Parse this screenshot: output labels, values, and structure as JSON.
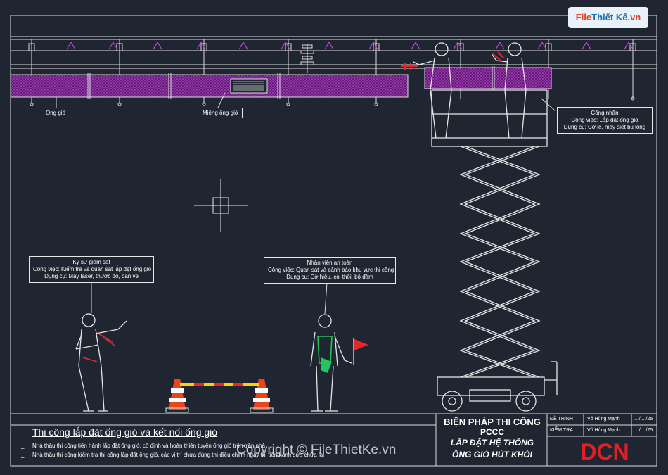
{
  "watermark_top": {
    "part1": "File",
    "part2": "Thiết Kế",
    "part3": ".vn"
  },
  "watermark_bottom": "Copyright © FileThietKe.vn",
  "labels": {
    "duct": "Ống gió",
    "grille": "Miệng ống gió"
  },
  "notes": {
    "worker": {
      "title": "Công nhân",
      "job": "Công việc: Lắp đặt ống gió",
      "tools": "Dụng cụ: Cờ lê, máy siết bu lông"
    },
    "engineer": {
      "title": "Kỹ sư giám sát",
      "job": "Công việc: Kiểm tra và quan sát lắp đặt ống gió",
      "tools": "Dụng cụ: Máy laser, thước đo, bản vẽ"
    },
    "safety": {
      "title": "Nhân viên an toàn",
      "job": "Công việc: Quan sát và cảnh báo khu vực thi công",
      "tools": "Dụng cụ: Cờ hiệu, còi thổi, bộ đàm"
    }
  },
  "caption": {
    "title": "Thi công lắp đặt ống gió và kết nối ống gió",
    "lines": [
      "Nhà thầu thi công tiến hành lắp đặt ống gió, cố định và hoàn thiện tuyến ống gió trên trần nhà",
      "Nhà thầu thi công kiểm tra thi công lắp đặt ống gió, các vị trí chưa đúng thì điều chỉnh ngay thi tiến hành sửa chữa lại"
    ]
  },
  "title_block": {
    "line1": "BIỆN PHÁP THI CÔNG",
    "line2": "PCCC",
    "line3": "LẮP ĐẶT HỆ THỐNG",
    "line4": "ỐNG GIÓ HÚT KHÓI",
    "rows": [
      {
        "role": "ĐỀ TRÌNH",
        "name": "Võ Hùng Mạnh",
        "date": "..../..../25"
      },
      {
        "role": "KIỂM TRA",
        "name": "Võ Hùng Mạnh",
        "date": "..../..../25"
      }
    ],
    "logo": "DCN"
  },
  "colors": {
    "background": "#1f2531",
    "duct": "#7a1f8c",
    "cone": "#e8451f",
    "flag": "#e8272a",
    "vest": "#22c55e",
    "logo": "#e31e24"
  }
}
